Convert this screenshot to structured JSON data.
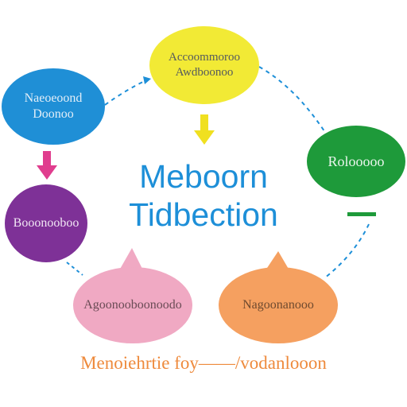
{
  "nodes": {
    "yellow": {
      "lines": [
        "Accoommoroo",
        "Awdboonoo"
      ]
    },
    "blue": {
      "lines": [
        "Naeoeoond",
        "Doonoo"
      ]
    },
    "green": {
      "lines": [
        "Rolooooo"
      ]
    },
    "purple": {
      "lines": [
        "Booonooboo"
      ]
    },
    "pink": {
      "lines": [
        "Agoonooboonoodo"
      ]
    },
    "orange": {
      "lines": [
        "Nagoonanooo"
      ]
    }
  },
  "center": {
    "line1": "Meboorn",
    "line2": "Tidbection"
  },
  "footer": {
    "text": "Menoiehrtie foy——/vodanlooon"
  },
  "colors": {
    "yellow": "#f2ea35",
    "blue": "#1f8fd6",
    "green": "#1e9a3a",
    "purple": "#7e3197",
    "pink": "#f0a9c3",
    "orange": "#f5a060",
    "arrow_yellow": "#f0e020",
    "arrow_pink": "#e03d8e",
    "connector": "#1d8fd8",
    "center_text": "#1d8fd8",
    "footer_text": "#ee8a3c"
  }
}
